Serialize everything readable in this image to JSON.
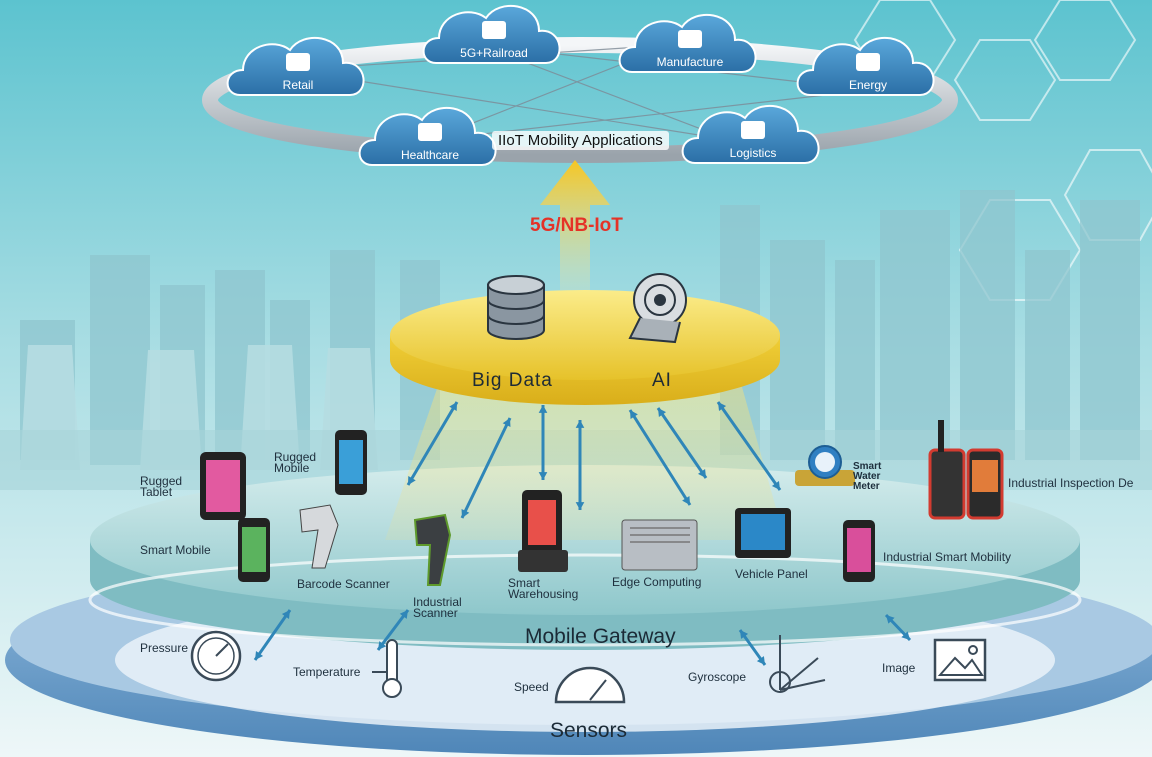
{
  "applications": {
    "title": "IIoT Mobility Applications",
    "clouds": [
      {
        "label": "Retail",
        "icon": "shop-icon"
      },
      {
        "label": "5G+Railroad",
        "icon": "train-icon"
      },
      {
        "label": "Manufacture",
        "icon": "factory-icon"
      },
      {
        "label": "Energy",
        "icon": "wind-turbine-icon"
      },
      {
        "label": "Healthcare",
        "icon": "medical-kit-icon"
      },
      {
        "label": "Logistics",
        "icon": "delivery-truck-icon"
      }
    ]
  },
  "network": {
    "label": "5G/NB-IoT",
    "color": "#e53227"
  },
  "platform": {
    "big_data": "Big Data",
    "ai": "AI"
  },
  "devices": {
    "rugged_tablet": "Rugged Tablet",
    "rugged_mobile": "Rugged Mobile",
    "smart_mobile": "Smart Mobile",
    "barcode_scanner": "Barcode Scanner",
    "industrial_scanner": "Industrial Scanner",
    "smart_warehousing": "Smart Warehousing",
    "edge_computing": "Edge Computing",
    "vehicle_panel": "Vehicle Panel",
    "smart_water_meter": "Smart Water Meter",
    "industrial_smart_mobility": "Industrial Smart Mobility",
    "industrial_inspection": "Industrial Inspection De"
  },
  "gateway": {
    "label": "Mobile Gateway"
  },
  "sensors": {
    "label": "Sensors",
    "items": {
      "pressure": "Pressure",
      "temperature": "Temperature",
      "speed": "Speed",
      "gyroscope": "Gyroscope",
      "image": "Image"
    }
  },
  "colors": {
    "arrow": "#2f86b8",
    "platform": "#f1d64a",
    "cloud": "#3f8fc7",
    "gateway": "#bfe1e2",
    "sensor_ring": "#6f9fc8"
  }
}
